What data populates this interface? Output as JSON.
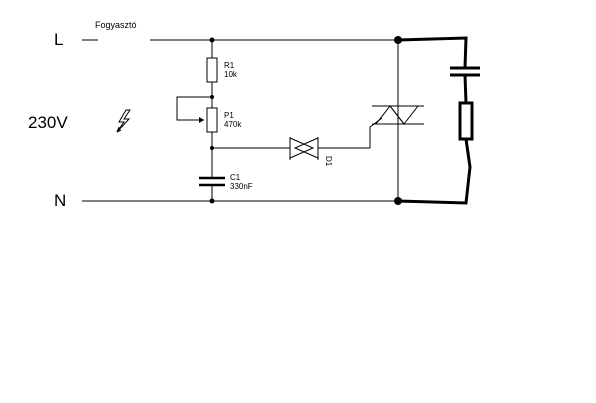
{
  "labels": {
    "line": "L",
    "neutral": "N",
    "voltage": "230V",
    "consumer": "Fogyasztó"
  },
  "components": {
    "r1": {
      "ref": "R1",
      "value": "10k"
    },
    "p1": {
      "ref": "P1",
      "value": "470k"
    },
    "c1": {
      "ref": "C1",
      "value": "330nF"
    },
    "d1": {
      "ref": "D1"
    }
  },
  "icons": {
    "voltage": "lightning-bolt-icon"
  }
}
